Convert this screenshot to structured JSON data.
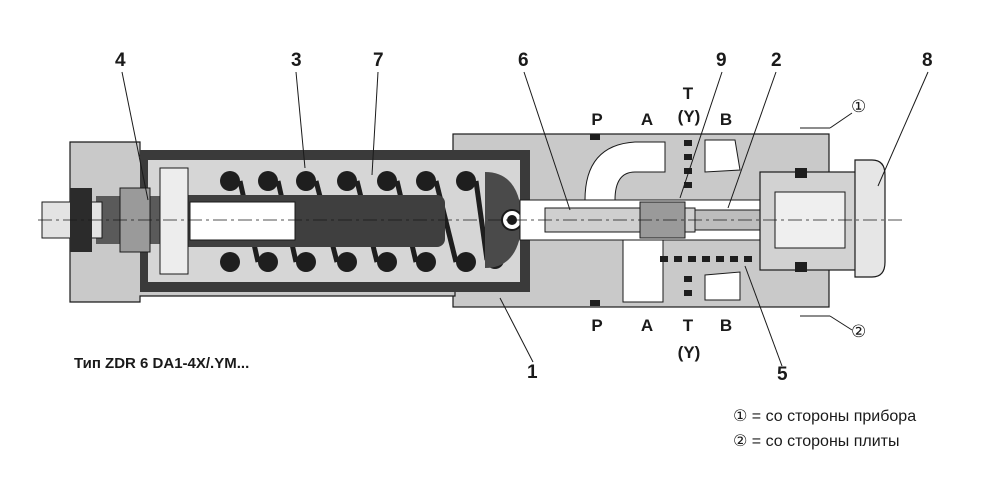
{
  "callouts": {
    "c1": "1",
    "c2": "2",
    "c3": "3",
    "c4": "4",
    "c5": "5",
    "c6": "6",
    "c7": "7",
    "c8": "8",
    "c9": "9"
  },
  "ports_top": {
    "p": "P",
    "a": "A",
    "t": "T",
    "y": "(Y)",
    "b": "B"
  },
  "ports_bottom": {
    "p": "P",
    "a": "A",
    "t": "T",
    "y": "(Y)",
    "b": "B"
  },
  "side_markers": {
    "device_side": "①",
    "plate_side": "②"
  },
  "caption": "Тип ZDR 6 DA1-4X/.YM...",
  "legend": [
    {
      "symbol": "①",
      "text": "= со стороны прибора"
    },
    {
      "symbol": "②",
      "text": "= со стороны плиты"
    }
  ],
  "colors": {
    "body": "#c9c9c9",
    "dark": "#3a3a3a",
    "spring": "#1e1e1e",
    "outline": "#1a1a1a"
  }
}
